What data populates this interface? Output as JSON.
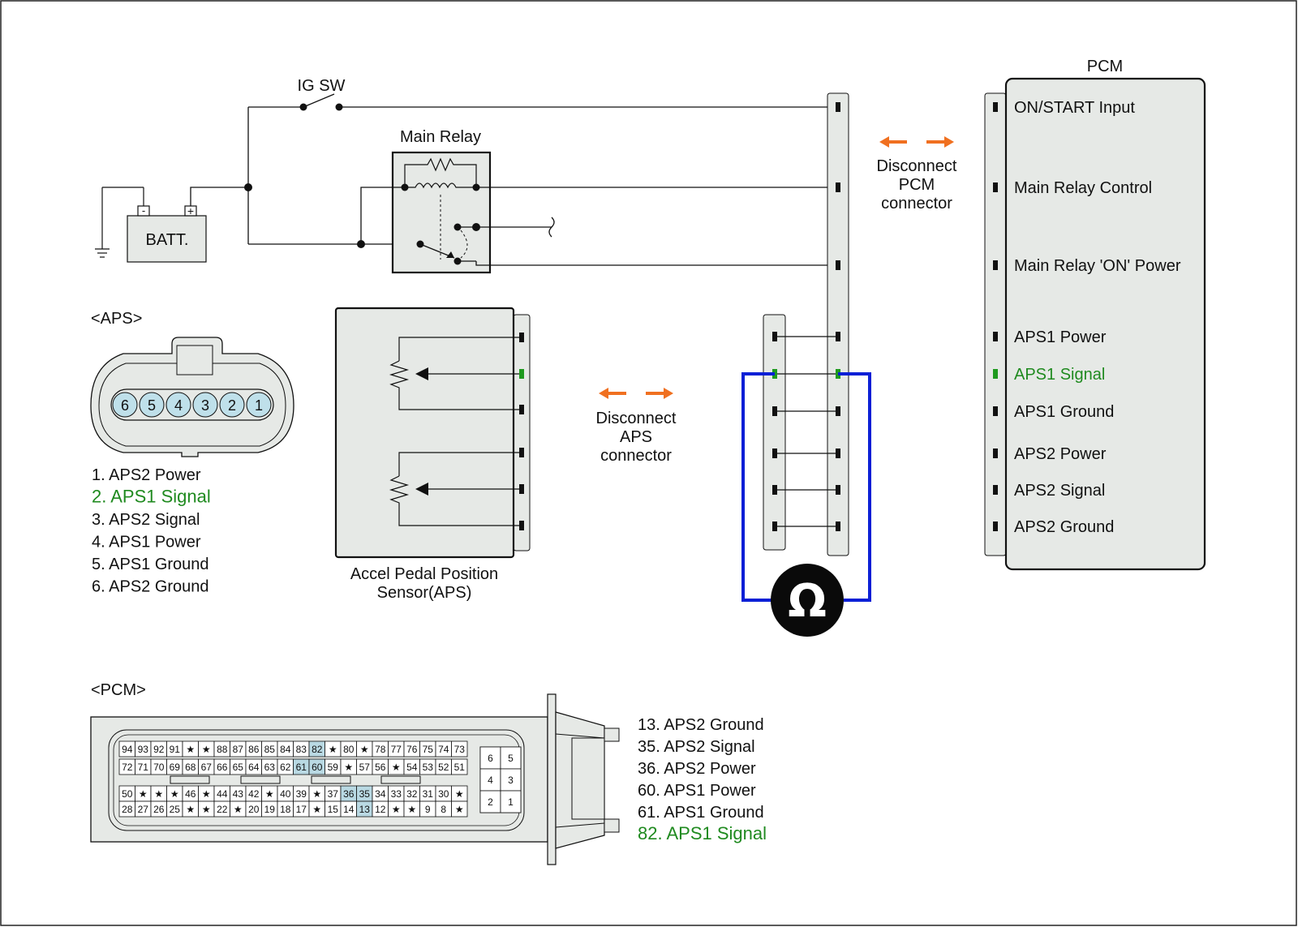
{
  "colors": {
    "line": "#111111",
    "connector_fill": "#e6e9e6",
    "box_fill": "#e6e9e6",
    "highlight_text": "#1f8a1f",
    "highlight_pin": "#1f9a1f",
    "probe_wire": "#0a1fd6",
    "arrow": "#f07020",
    "cell_highlight": "#b9d9e3",
    "aps_pin_fill": "#bfe0ea"
  },
  "circuit": {
    "ig_sw": "IG SW",
    "main_relay": "Main Relay",
    "battery": "BATT.",
    "battery_neg": "-",
    "battery_pos": "+",
    "pcm_title": "PCM",
    "pcm_terminals": [
      {
        "label": "ON/START Input"
      },
      {
        "label": "Main Relay Control"
      },
      {
        "label": "Main Relay 'ON' Power"
      },
      {
        "label": "APS1 Power"
      },
      {
        "label": "APS1 Signal",
        "highlight": true
      },
      {
        "label": "APS1 Ground"
      },
      {
        "label": "APS2 Power"
      },
      {
        "label": "APS2 Signal"
      },
      {
        "label": "APS2 Ground"
      }
    ],
    "disconnect_pcm": [
      "Disconnect",
      "PCM",
      "connector"
    ],
    "disconnect_aps": [
      "Disconnect",
      "APS",
      "connector"
    ],
    "aps_sensor": [
      "Accel Pedal Position",
      "Sensor(APS)"
    ],
    "ohm_symbol": "Ω"
  },
  "aps_connector": {
    "title": "<APS>",
    "pins": [
      "6",
      "5",
      "4",
      "3",
      "2",
      "1"
    ],
    "legend": [
      {
        "text": "1. APS2 Power"
      },
      {
        "text": "2. APS1 Signal",
        "highlight": true
      },
      {
        "text": "3. APS2 Signal"
      },
      {
        "text": "4. APS1 Power"
      },
      {
        "text": "5. APS1 Ground"
      },
      {
        "text": "6. APS2 Ground"
      }
    ]
  },
  "pcm_connector": {
    "title": "<PCM>",
    "rows": [
      [
        "94",
        "93",
        "92",
        "91",
        "★",
        "★",
        "88",
        "87",
        "86",
        "85",
        "84",
        "83",
        "82",
        "★",
        "80",
        "★",
        "78",
        "77",
        "76",
        "75",
        "74",
        "73"
      ],
      [
        "72",
        "71",
        "70",
        "69",
        "68",
        "67",
        "66",
        "65",
        "64",
        "63",
        "62",
        "61",
        "60",
        "59",
        "★",
        "57",
        "56",
        "★",
        "54",
        "53",
        "52",
        "51"
      ],
      [
        "50",
        "★",
        "★",
        "★",
        "46",
        "★",
        "44",
        "43",
        "42",
        "★",
        "40",
        "39",
        "★",
        "37",
        "36",
        "35",
        "34",
        "33",
        "32",
        "31",
        "30",
        "★"
      ],
      [
        "28",
        "27",
        "26",
        "25",
        "★",
        "★",
        "22",
        "★",
        "20",
        "19",
        "18",
        "17",
        "★",
        "15",
        "14",
        "13",
        "12",
        "★",
        "★",
        "9",
        "8",
        "★"
      ]
    ],
    "highlighted_pins": [
      "82",
      "61",
      "60",
      "36",
      "35",
      "13"
    ],
    "small_block": [
      [
        "6",
        "5"
      ],
      [
        "4",
        "3"
      ],
      [
        "2",
        "1"
      ]
    ],
    "legend": [
      {
        "text": "13. APS2 Ground"
      },
      {
        "text": "35. APS2 Signal"
      },
      {
        "text": "36. APS2 Power"
      },
      {
        "text": "60. APS1 Power"
      },
      {
        "text": "61. APS1 Ground"
      },
      {
        "text": "82. APS1 Signal",
        "highlight": true
      }
    ]
  }
}
